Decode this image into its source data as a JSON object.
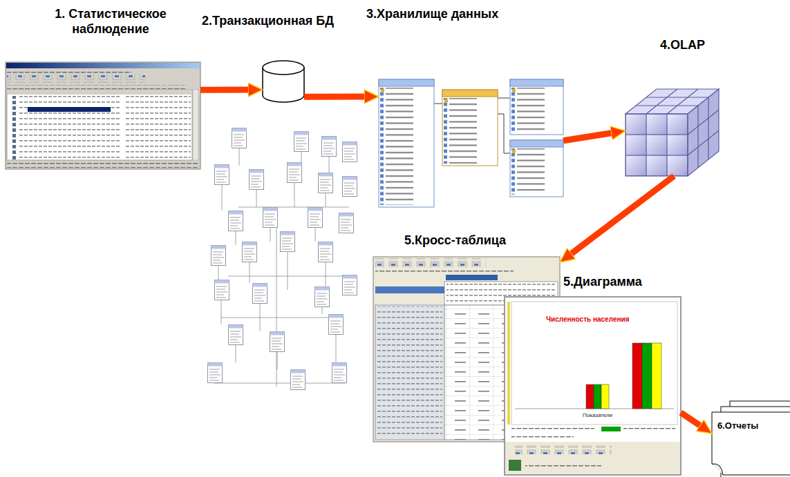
{
  "diagram": {
    "nodes": [
      {
        "text": [
          "1. Статистическое наблюдение"
        ]
      },
      {
        "text": [
          "2.Транзакционная БД"
        ]
      },
      {
        "text": [
          "3.Хранилище данных"
        ]
      },
      {
        "text": [
          "4.OLAP"
        ]
      },
      {
        "text": [
          "5.Кросс-таблица"
        ]
      },
      {
        "text": [
          "5.Диаграмма"
        ]
      },
      {
        "text": [
          "6.Отчеты"
        ]
      }
    ],
    "edges": [
      {
        "from": 0,
        "to": 1,
        "arrow": "to"
      },
      {
        "from": 1,
        "to": 2,
        "arrow": "to"
      },
      {
        "from": 2,
        "to": 3,
        "arrow": "to"
      },
      {
        "from": 3,
        "to": 4,
        "arrow": "to"
      },
      {
        "from": 5,
        "to": 6,
        "arrow": "to"
      }
    ],
    "labels": [
      "Численность населения",
      "Показатели"
    ]
  }
}
